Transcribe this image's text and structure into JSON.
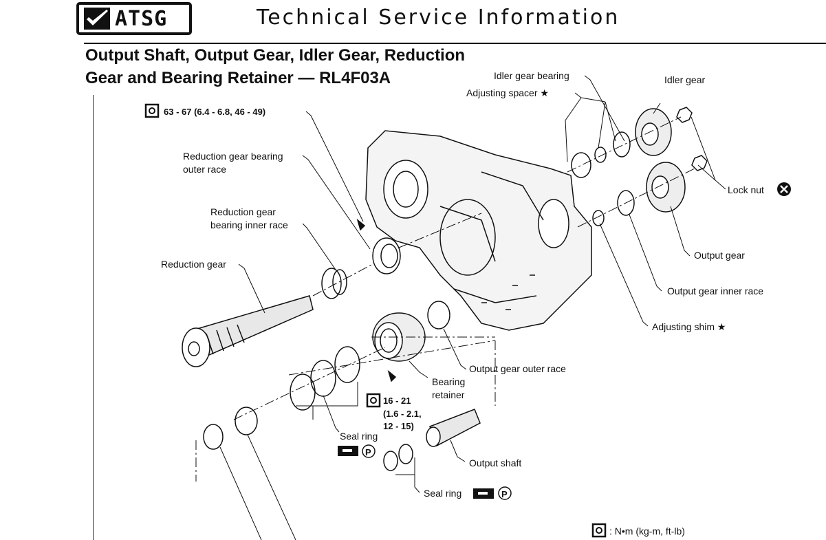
{
  "header": {
    "logo_text": "ATSG",
    "title": "Technical Service Information"
  },
  "page": {
    "title_line1": "Output Shaft, Output Gear, Idler Gear, Reduction",
    "title_line2": "Gear and Bearing Retainer — RL4F03A"
  },
  "labels": {
    "torque_top": "63 - 67 (6.4 - 6.8, 46 - 49)",
    "reduction_outer_1": "Reduction gear bearing",
    "reduction_outer_2": "outer race",
    "reduction_inner_1": "Reduction gear",
    "reduction_inner_2": "bearing inner race",
    "reduction_gear": "Reduction gear",
    "idler_bearing": "Idler gear bearing",
    "adjusting_spacer": "Adjusting spacer ★",
    "idler_gear": "Idler gear",
    "lock_nut": "Lock nut",
    "output_gear": "Output gear",
    "output_inner": "Output gear inner race",
    "adjusting_shim": "Adjusting shim ★",
    "output_outer": "Output gear outer race",
    "bearing_1": "Bearing",
    "bearing_2": "retainer",
    "torque_mid_1": "16 - 21",
    "torque_mid_2": "(1.6 - 2.1,",
    "torque_mid_3": "12 - 15)",
    "seal_ring_1": "Seal ring",
    "seal_ring_2": "Seal ring",
    "output_shaft": "Output shaft",
    "unit_legend": ": N•m (kg-m, ft-lb)",
    "p_symbol": "P"
  }
}
